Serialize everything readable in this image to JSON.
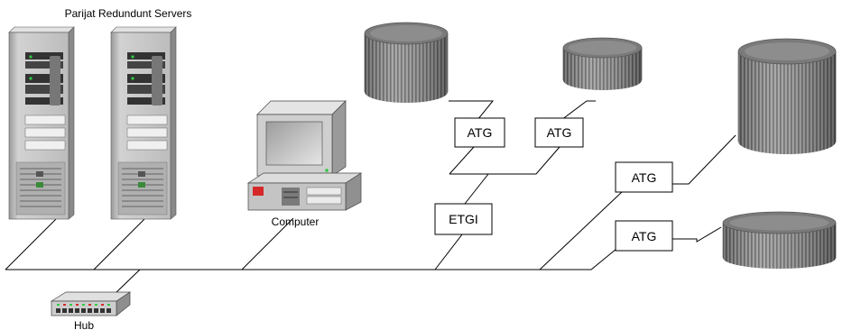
{
  "diagram": {
    "title": "Parijat Redundunt Servers",
    "computer_label": "Computer",
    "hub_label": "Hub",
    "devices": [
      {
        "label": "ATG"
      },
      {
        "label": "ATG"
      },
      {
        "label": "ETGI"
      },
      {
        "label": "ATG"
      },
      {
        "label": "ATG"
      }
    ],
    "icons": [
      "server-tower-icon",
      "server-tower-icon",
      "desktop-computer-icon",
      "network-hub-icon",
      "storage-tank-icon"
    ],
    "colors": {
      "line": "#000000",
      "server_body": "#c8c8c8",
      "tank_dark": "#6e6e6e",
      "tank_light": "#bdbdbd"
    }
  }
}
